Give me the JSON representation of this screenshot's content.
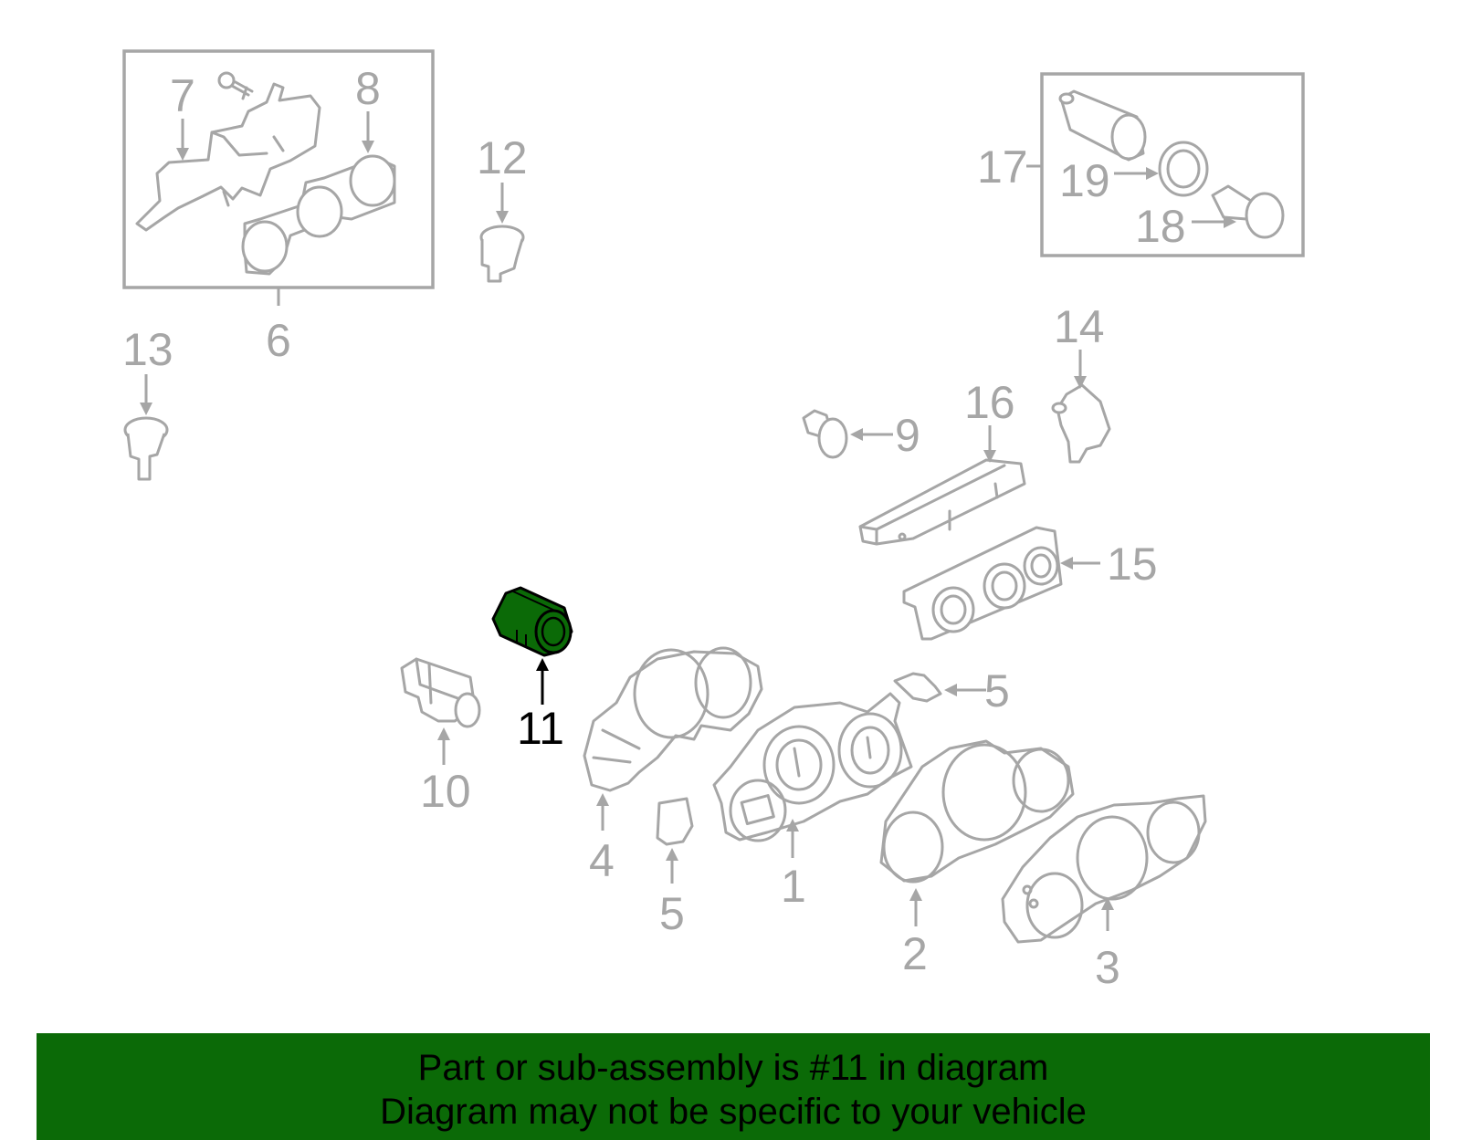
{
  "colors": {
    "part_gray": "#a6a6a6",
    "highlight_green": "#0b6a07",
    "banner_green": "#0b6a07",
    "highlight_label": "#000000"
  },
  "callouts": {
    "c1": "1",
    "c2": "2",
    "c3": "3",
    "c4": "4",
    "c5a": "5",
    "c5b": "5",
    "c6": "6",
    "c7": "7",
    "c8": "8",
    "c9": "9",
    "c10": "10",
    "c11": "11",
    "c12": "12",
    "c13": "13",
    "c14": "14",
    "c15": "15",
    "c16": "16",
    "c17": "17",
    "c18": "18",
    "c19": "19"
  },
  "highlighted_part": "11",
  "banner": {
    "line1": "Part or sub-assembly is #11 in diagram",
    "line2": "Diagram may not be specific to your vehicle"
  }
}
